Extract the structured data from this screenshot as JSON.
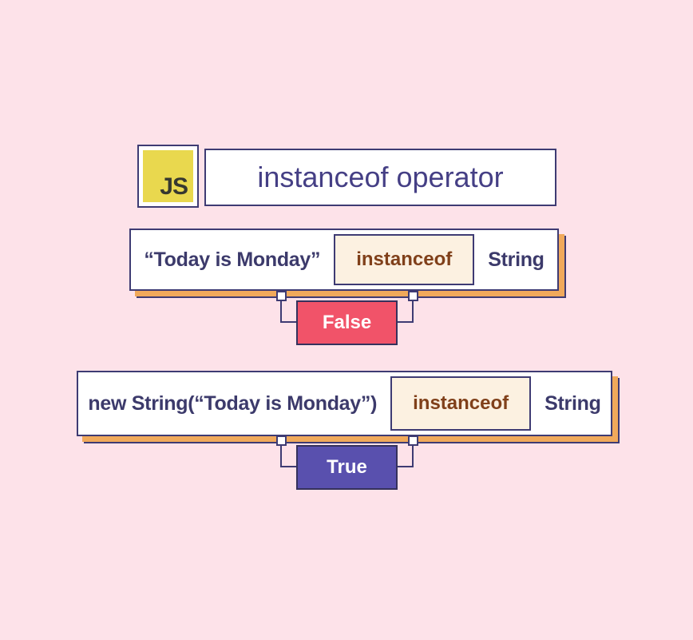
{
  "header": {
    "js_logo_text": "JS",
    "title": "instanceof operator"
  },
  "example_false": {
    "left_operand": "“Today is Monday”",
    "operator": "instanceof",
    "right_operand": "String",
    "result": "False"
  },
  "example_true": {
    "left_operand": "new String(“Today is Monday”)",
    "operator": "instanceof",
    "right_operand": "String",
    "result": "True"
  },
  "colors": {
    "background": "#fde2e9",
    "border_purple": "#3e3b73",
    "statement_text": "#3c3a6b",
    "title_text": "#453f85",
    "operator_text": "#80401a",
    "operator_chip_bg": "#fcf1e1",
    "card_shadow_orange": "#f0a95b",
    "false_badge_bg": "#f15369",
    "true_badge_bg": "#5950ae",
    "js_badge_yellow": "#e9d84e",
    "result_text": "#ffffff"
  }
}
